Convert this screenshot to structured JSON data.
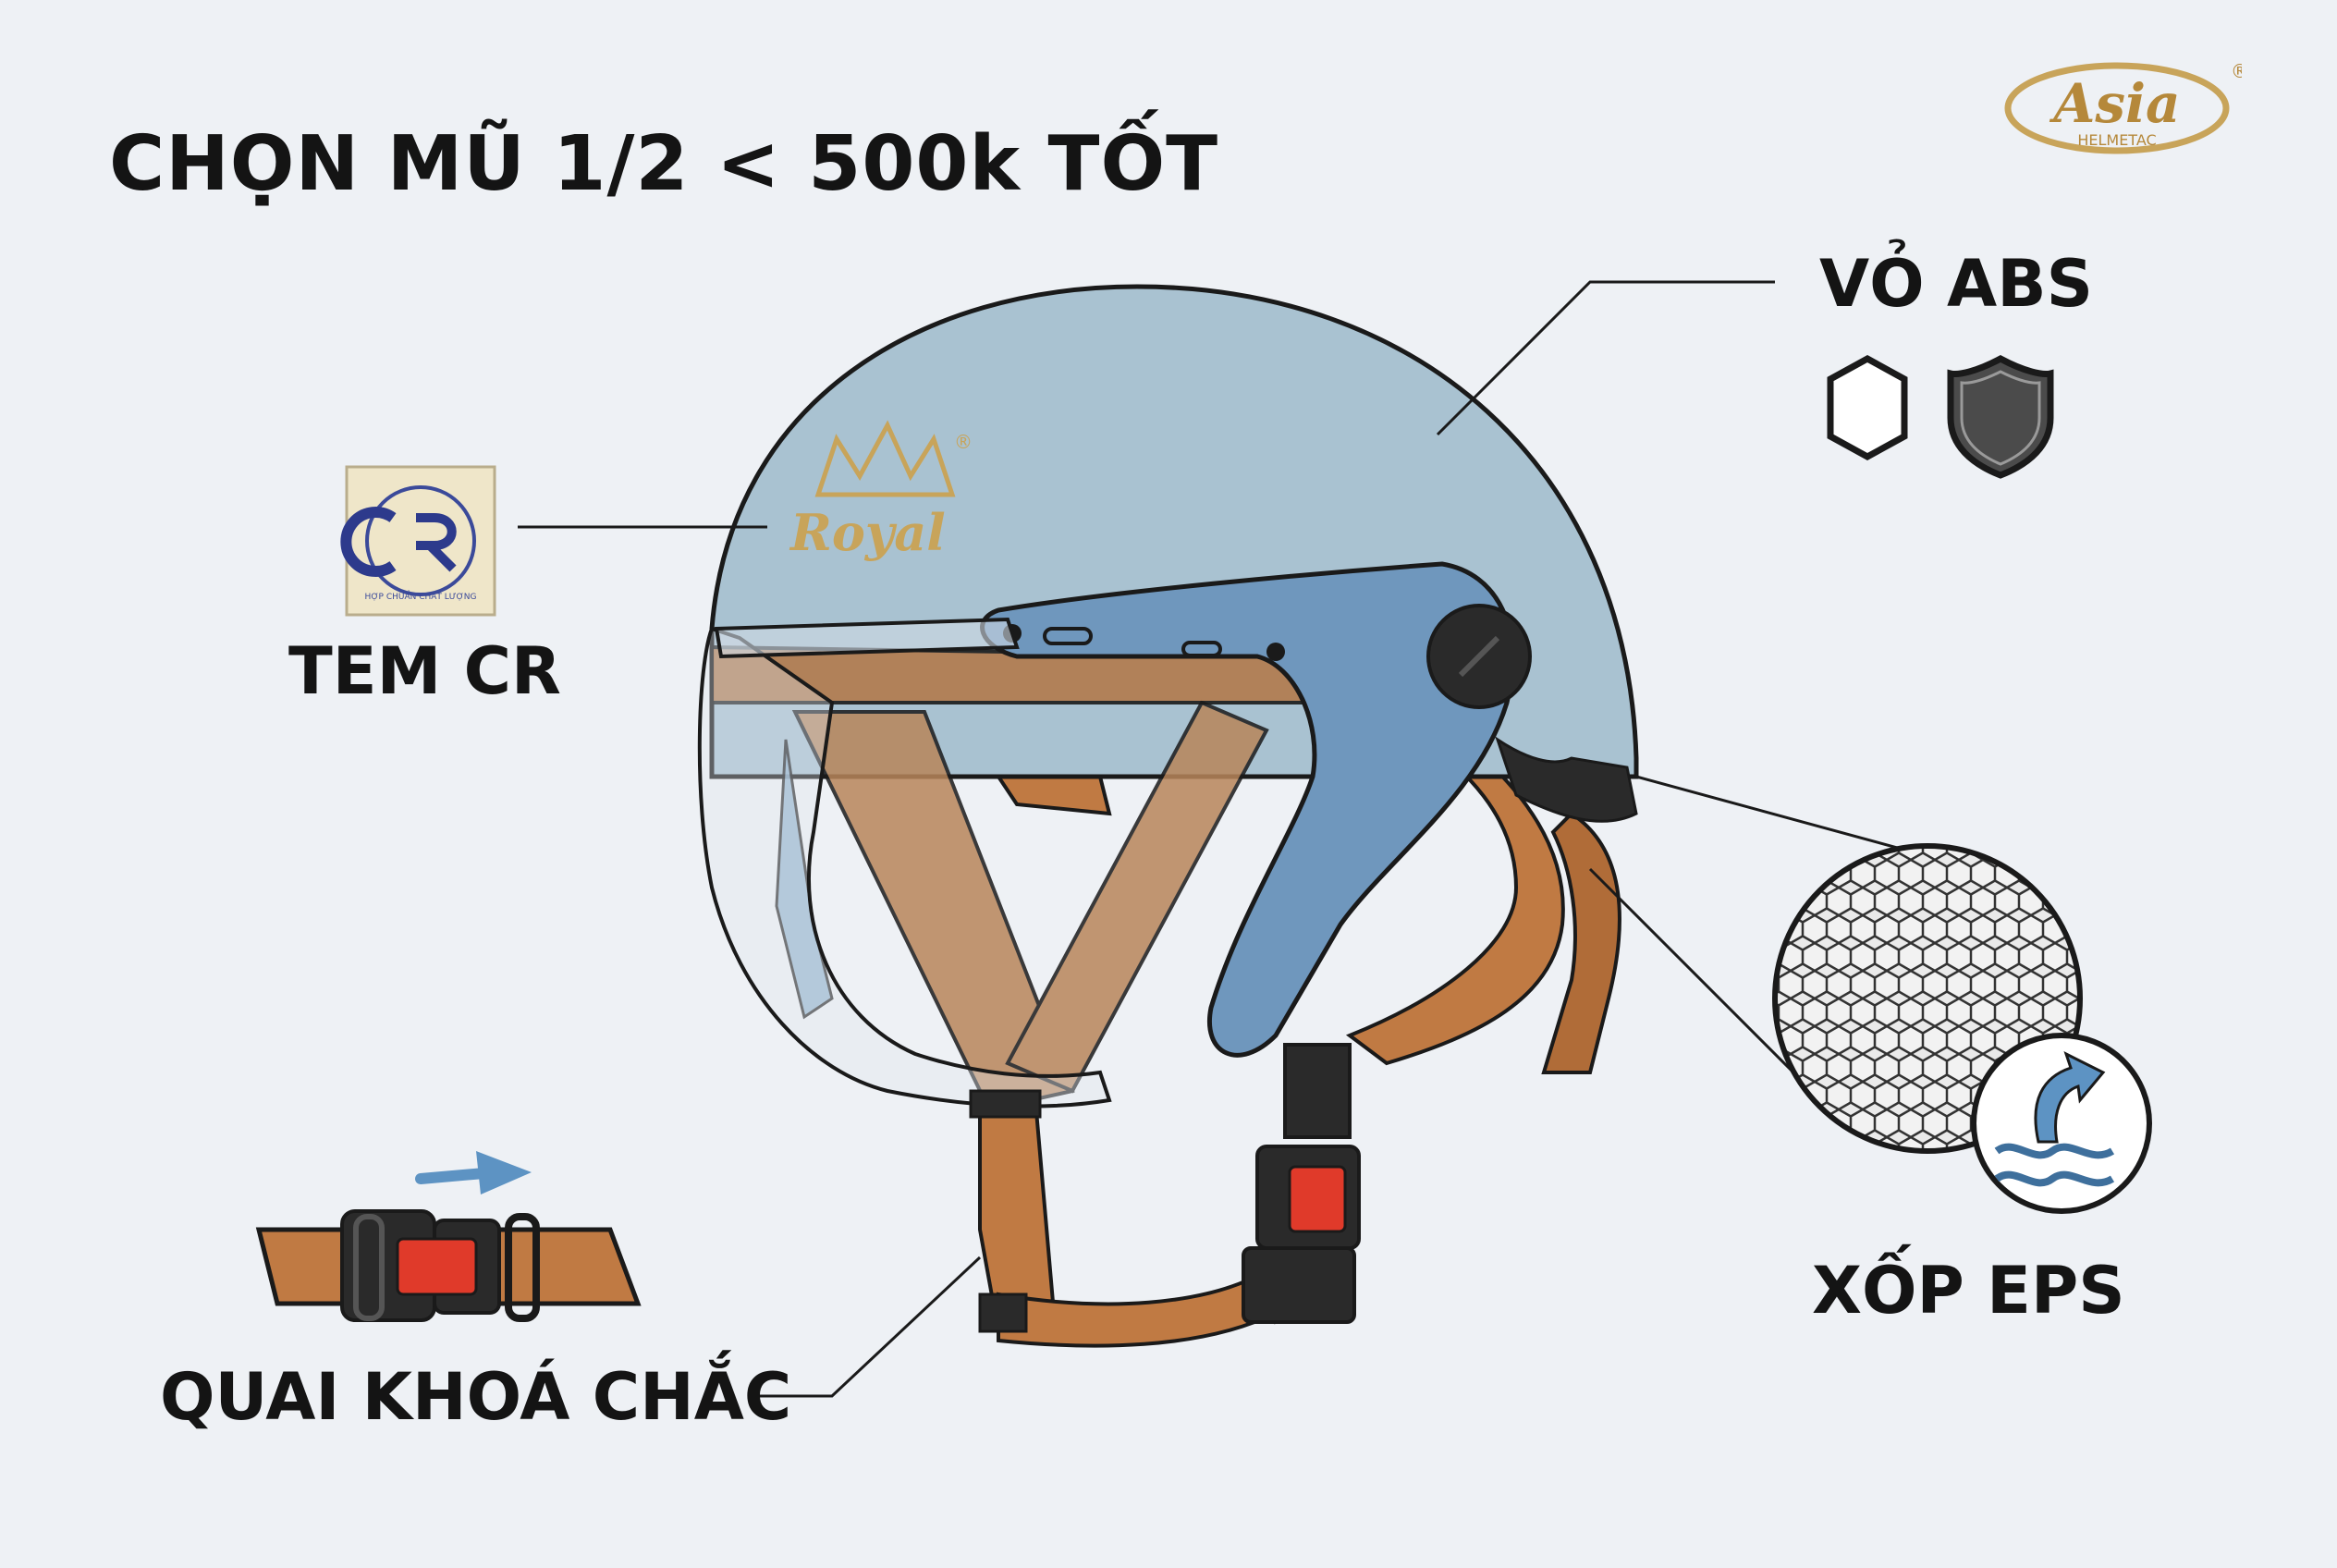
{
  "title": "CHỌN MŨ 1/2 < 500k TỐT",
  "logo": {
    "brand": "Asia",
    "sub": "HELMETAC",
    "mark": "®"
  },
  "helmet": {
    "brand": "Royal",
    "mark": "®"
  },
  "labels": {
    "shell": "VỎ ABS",
    "stamp": "TEM CR",
    "foam": "XỐP EPS",
    "buckle": "QUAI KHOÁ CHẮC"
  },
  "stamp_text": {
    "ring": "HỢP CHUẨN CHẤT LƯỢNG",
    "code": "CR"
  },
  "colors": {
    "shell": "#a9c2d1",
    "shell_dark": "#6f97bd",
    "strap": "#c07a43",
    "strap_dark": "#8a5226",
    "buckle_red": "#e03a2a",
    "gold": "#c8a45a",
    "ink": "#141414"
  },
  "icons": [
    "hexagon-icon",
    "shield-icon",
    "honeycomb-icon",
    "shock-absorb-icon",
    "buckle-icon",
    "arrow-right-icon"
  ]
}
